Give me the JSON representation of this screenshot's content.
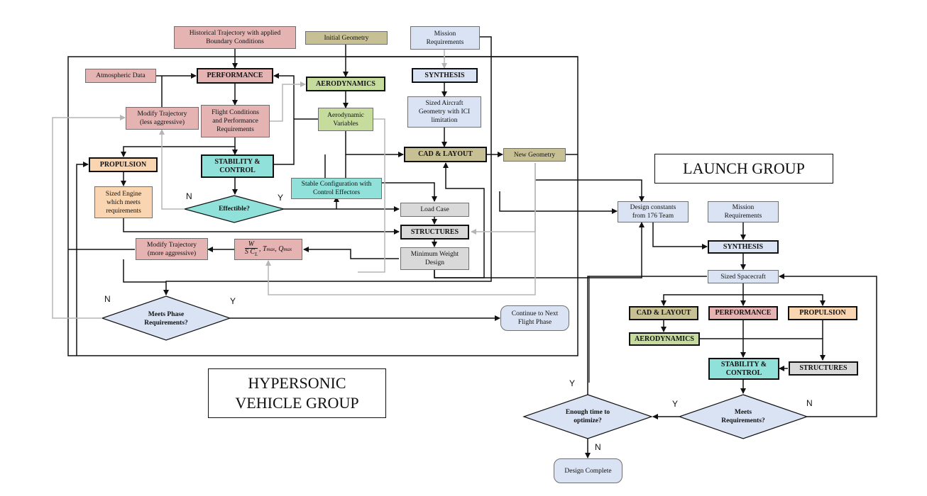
{
  "groups": {
    "hypersonic": "HYPERSONIC\nVEHICLE GROUP",
    "launch": "LAUNCH GROUP"
  },
  "hypersonic_nodes": {
    "historical_trajectory": "Historical Trajectory with applied\nBoundary Conditions",
    "initial_geometry": "Initial Geometry",
    "mission_requirements": "Mission\nRequirements",
    "atmospheric_data": "Atmospheric Data",
    "performance": "PERFORMANCE",
    "aerodynamics": "AERODYNAMICS",
    "synthesis": "SYNTHESIS",
    "modify_less": "Modify Trajectory\n(less aggressive)",
    "flight_conditions": "Flight Conditions\nand Performance\nRequirements",
    "aero_variables": "Aerodynamic\nVariables",
    "sized_aircraft": "Sized Aircraft\nGeometry with ICI\nlimitation",
    "cad_layout": "CAD & LAYOUT",
    "new_geometry": "New Geometry",
    "propulsion": "PROPULSION",
    "stability_control": "STABILITY &\nCONTROL",
    "stable_config": "Stable Configuration with\nControl Effectors",
    "sized_engine": "Sized Engine\nwhich meets\nrequirements",
    "effectible": "Effectible?",
    "load_case": "Load Case",
    "structures": "STRUCTURES",
    "modify_more": "Modify Trajectory\n(more aggressive)",
    "formula_frac_num": "W",
    "formula_frac_den": "S C",
    "formula_sub": "L",
    "formula_rest": ", T",
    "formula_tmax_sub": "max",
    "formula_q": ", Q",
    "formula_qmax_sub": "max",
    "min_weight": "Minimum Weight\nDesign",
    "meets_phase": "Meets Phase\nRequirements?",
    "continue_next": "Continue to Next\nFlight Phase",
    "design_constants": "Design constants\nfrom 176 Team"
  },
  "launch_nodes": {
    "mission_requirements": "Mission\nRequirements",
    "synthesis": "SYNTHESIS",
    "sized_spacecraft": "Sized Spacecraft",
    "cad_layout": "CAD & LAYOUT",
    "performance": "PERFORMANCE",
    "propulsion": "PROPULSION",
    "aerodynamics": "AERODYNAMICS",
    "stability_control": "STABILITY &\nCONTROL",
    "structures": "STRUCTURES",
    "meets_requirements": "Meets\nRequirements?",
    "enough_time": "Enough time to\noptimize?",
    "design_complete": "Design Complete"
  },
  "decision_labels": {
    "effectible_n": "N",
    "effectible_y": "Y",
    "meets_phase_n": "N",
    "meets_phase_y": "Y",
    "meets_req_y": "Y",
    "meets_req_n": "N",
    "enough_time_y": "Y",
    "enough_time_n": "N"
  },
  "colors": {
    "pink": "#e6b3b3",
    "tan": "#c8c095",
    "blue": "#dae3f3",
    "green": "#c5dc9c",
    "teal": "#8fe1d9",
    "peach": "#fad5b1",
    "gray": "#d9d9d9",
    "diamond_blue": "#dae3f3",
    "diamond_teal": "#8fe1d9",
    "gray_arrow": "#b5b5b5",
    "black_arrow": "#111111"
  }
}
